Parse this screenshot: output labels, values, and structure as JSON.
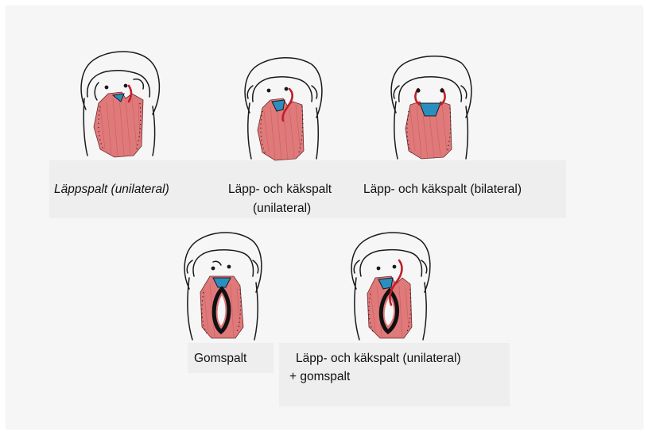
{
  "colors": {
    "background": "#ffffff",
    "paper": "#f6f6f6",
    "label_box": "#eeeeee",
    "tissue_fill": "#e0797a",
    "premaxilla_fill": "#2a8fc0",
    "cleft_red": "#c01f2b",
    "outline": "#1a1a1a"
  },
  "panels": [
    {
      "id": "unilateral-lip",
      "label": "Läppspalt (unilateral)",
      "italic": true
    },
    {
      "id": "unilateral-lip-jaw",
      "label_line1": "Läpp- och käkspalt",
      "label_line2": "(unilateral)"
    },
    {
      "id": "bilateral-lip-jaw",
      "label": "Läpp- och käkspalt (bilateral)"
    },
    {
      "id": "palate",
      "label": "Gomspalt"
    },
    {
      "id": "unilateral-lip-jaw-palate",
      "label_line1": "Läpp- och käkspalt (unilateral)",
      "label_line2": "+ gomspalt"
    }
  ]
}
